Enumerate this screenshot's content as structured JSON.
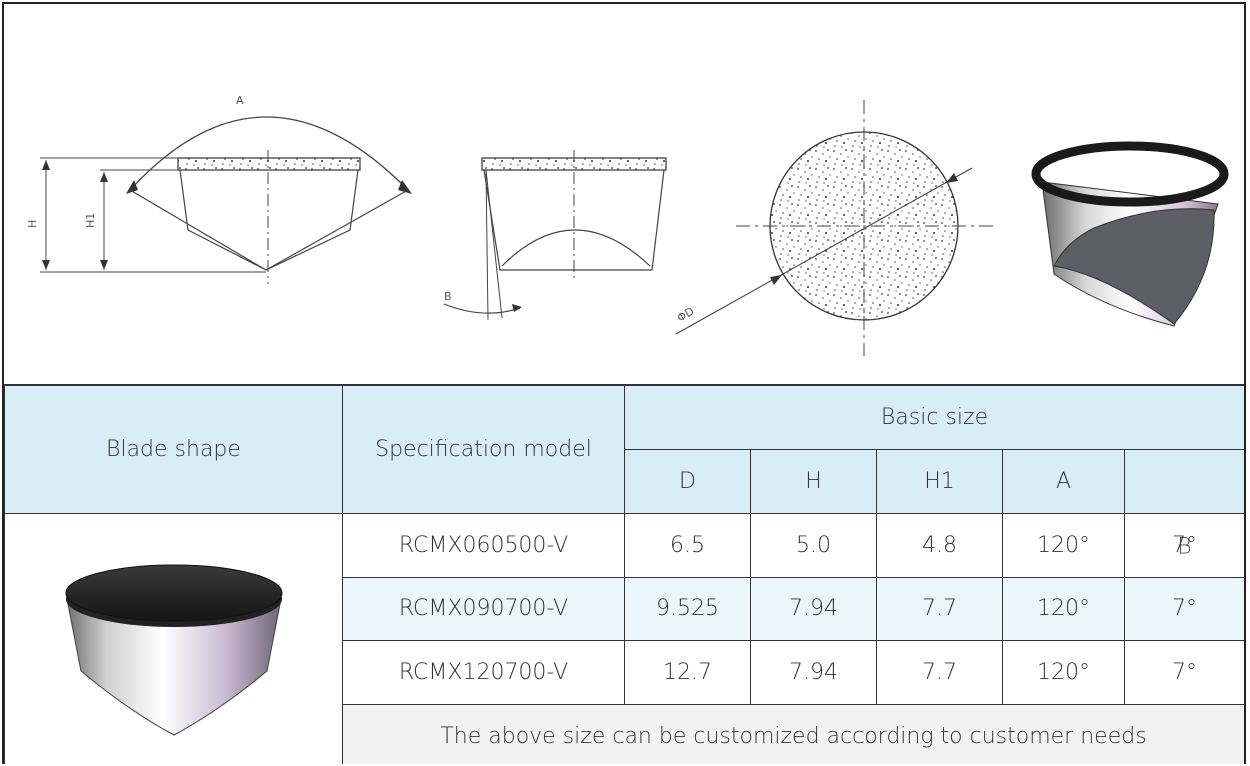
{
  "drawing": {
    "side_view": {
      "angle_label": "A",
      "height_label": "H",
      "height1_label": "H1"
    },
    "front_view": {
      "clearance_label": "B"
    },
    "top_view": {
      "diameter_label": "ΦD"
    }
  },
  "table": {
    "headers": {
      "blade_shape": "Blade shape",
      "specification_model": "Specification model",
      "basic_size": "Basic size",
      "columns": [
        "D",
        "H",
        "H1",
        "A",
        ""
      ]
    },
    "rows": [
      {
        "model": "RCMX060500-V",
        "D": "6.5",
        "H": "5.0",
        "H1": "4.8",
        "A": "120°",
        "B": "7°"
      },
      {
        "model": "RCMX090700-V",
        "D": "9.525",
        "H": "7.94",
        "H1": "7.7",
        "A": "120°",
        "B": "7°"
      },
      {
        "model": "RCMX120700-V",
        "D": "12.7",
        "H": "7.94",
        "H1": "7.7",
        "A": "120°",
        "B": "7°"
      }
    ],
    "note": "The above size can be customized according to customer needs",
    "row1_overlay_label": "B"
  },
  "colors": {
    "header_bg": "#d8eef6",
    "alt_row_bg": "#eaf6fb",
    "note_bg": "#f2f2f2"
  }
}
